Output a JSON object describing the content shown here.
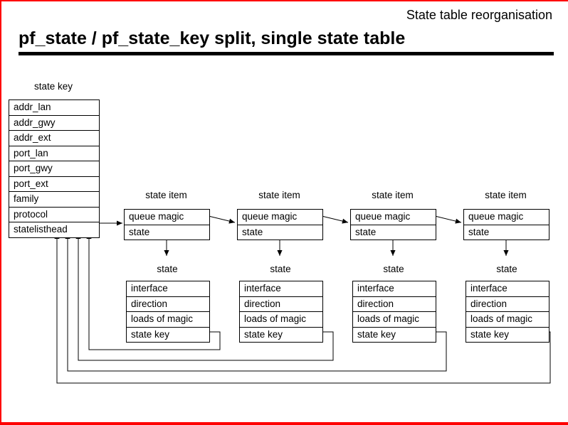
{
  "header": {
    "topic": "State table reorganisation",
    "title": "pf_state / pf_state_key split, single state table"
  },
  "state_key": {
    "label": "state key",
    "rows": [
      "addr_lan",
      "addr_gwy",
      "addr_ext",
      "port_lan",
      "port_gwy",
      "port_ext",
      "family",
      "protocol",
      "statelisthead"
    ]
  },
  "state_item": {
    "label": "state item",
    "rows": [
      "queue magic",
      "state"
    ]
  },
  "state": {
    "label": "state",
    "rows": [
      "interface",
      "direction",
      "loads of magic",
      "state key"
    ]
  },
  "colors": {
    "frame": "#ff0000",
    "line": "#000000",
    "background": "#ffffff",
    "text": "#000000"
  }
}
